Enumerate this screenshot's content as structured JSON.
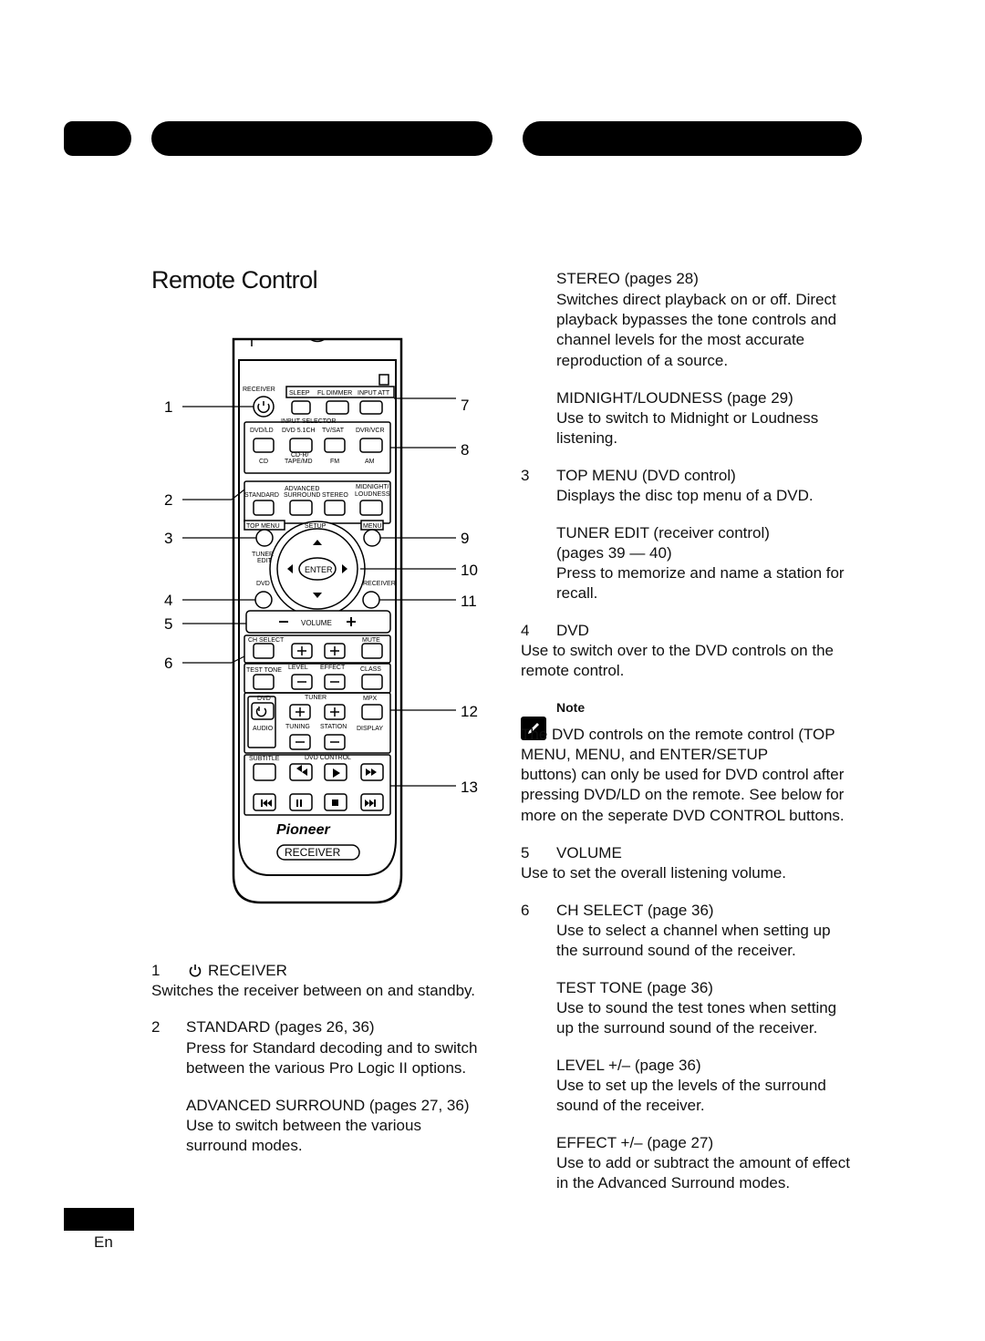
{
  "header": {
    "pills": 3
  },
  "title": "Remote Control",
  "remote": {
    "callouts": [
      "1",
      "2",
      "3",
      "4",
      "5",
      "6",
      "7",
      "8",
      "9",
      "10",
      "11",
      "12",
      "13"
    ],
    "labels": {
      "receiver": "RECEIVER",
      "sleep": "SLEEP",
      "fl_dimmer": "FL DIMMER",
      "input_att": "INPUT ATT",
      "input_selector": "INPUT SELECTOR",
      "dvd_ld": "DVD/LD",
      "dvd51": "DVD 5.1CH",
      "tv_sat": "TV/SAT",
      "dvr_vcr": "DVR/VCR",
      "cd": "CD",
      "cdr_top": "CD-R/",
      "tape_md": "TAPE/MD",
      "fm": "FM",
      "am": "AM",
      "standard": "STANDARD",
      "advanced": "ADVANCED",
      "surround": "SURROUND",
      "stereo": "STEREO",
      "midnight": "MIDNIGHT/",
      "loudness": "LOUDNESS",
      "top_menu": "TOP MENU",
      "setup": "SETUP",
      "menu": "MENU",
      "tuner": "TUNER",
      "edit": "EDIT",
      "enter": "ENTER",
      "dvd": "DVD",
      "receiver_small": "RECEIVER",
      "volume": "VOLUME",
      "ch_select": "CH SELECT",
      "mute": "MUTE",
      "test_tone": "TEST TONE",
      "level": "LEVEL",
      "effect": "EFFECT",
      "class": "CLASS",
      "tuner2": "TUNER",
      "mpx": "MPX",
      "audio": "AUDIO",
      "tuning": "TUNING",
      "station": "STATION",
      "display": "DISPLAY",
      "subtitle": "SUBTITLE",
      "dvd_control": "DVD CONTROL",
      "brand": "Pioneer",
      "bottom_receiver": "RECEIVER"
    }
  },
  "left_text": [
    {
      "num": "1",
      "head": "RECEIVER"
    },
    {
      "body": "Switches the receiver between on and standby."
    },
    {
      "num": "2",
      "head": "STANDARD (pages 26, 36)"
    },
    {
      "body": "Press for Standard decoding and to switch"
    },
    {
      "body": "between the various Pro Logic II options."
    },
    {
      "body": "ADVANCED SURROUND (pages 27, 36)"
    },
    {
      "body": "Use to switch between the various"
    },
    {
      "body": "surround modes."
    }
  ],
  "right_text": {
    "stereo_head": "STEREO (pages 28)",
    "stereo_body": [
      "Switches direct playback on or off. Direct",
      "playback bypasses the tone controls and",
      "channel levels for the most accurate",
      "reproduction of a source."
    ],
    "midnight_head": "MIDNIGHT/LOUDNESS (page 29)",
    "midnight_body": [
      "Use to switch to Midnight or Loudness",
      "listening."
    ],
    "s3_num": "3",
    "s3_head": "TOP MENU (DVD control)",
    "s3_body": "Displays the disc  top  menu of a DVD.",
    "tuner_head": "TUNER EDIT (receiver control)",
    "tuner_pages": "(pages 39 — 40)",
    "tuner_body": [
      "Press to memorize and name a station for",
      "recall."
    ],
    "s4_num": "4",
    "s4_head": "DVD",
    "s4_body": [
      "Use to switch over to the DVD controls on the",
      "remote control."
    ],
    "note_label": "Note",
    "note_body": [
      "The DVD controls on the remote control (TOP",
      "MENU, MENU,              and ENTER/SETUP",
      "buttons) can only be used for DVD control after",
      "pressing DVD/LD on the remote. See below for",
      "more on the seperate DVD CONTROL buttons."
    ],
    "s5_num": "5",
    "s5_head": "VOLUME",
    "s5_body": "Use to set the overall listening volume.",
    "s6_num": "6",
    "s6_head": "CH SELECT (page 36)",
    "s6_body": [
      "Use to select a channel when setting up",
      "the surround sound of the receiver."
    ],
    "test_head": "TEST TONE (page 36)",
    "test_body": [
      "Use to sound the test tones when setting",
      "up the surround sound of the receiver."
    ],
    "level_head": "LEVEL +/– (page 36)",
    "level_body": [
      "Use to set up the levels of the surround",
      "sound of the receiver."
    ],
    "effect_head": "EFFECT +/– (page 27)",
    "effect_body": [
      "Use to add or subtract the amount of effect",
      "in the Advanced Surround modes."
    ]
  },
  "footer": {
    "lang": "En"
  }
}
